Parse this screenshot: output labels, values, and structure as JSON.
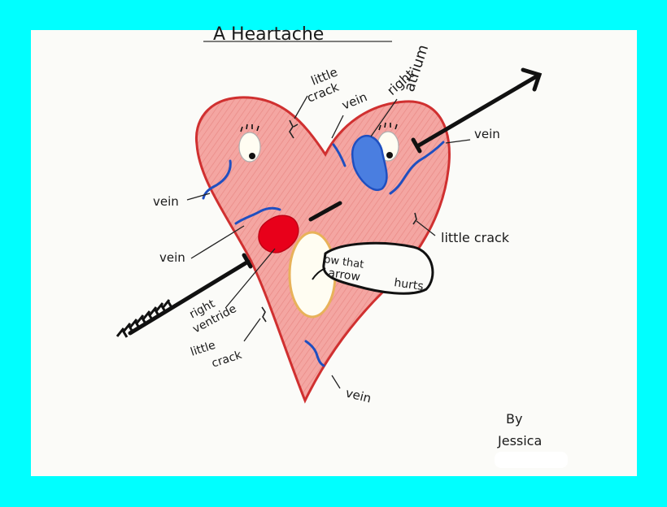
{
  "drawing": {
    "title": "A Heartache",
    "labels": {
      "little_crack_top": [
        "little",
        "crack"
      ],
      "vein_top": "vein",
      "right_atrium": [
        "right",
        "atrium"
      ],
      "vein_right": "vein",
      "vein_left": "vein",
      "little_crack_right": "little crack",
      "vein_left_lower": "vein",
      "speech_bubble": [
        "ow that",
        "arrow",
        "hurts"
      ],
      "right_ventricle": [
        "right",
        "ventride"
      ],
      "little_crack_bottom": [
        "little",
        "crack"
      ],
      "vein_bottom": "vein",
      "signature": [
        "By",
        "Jessica"
      ]
    },
    "colors": {
      "background": "#00ffff",
      "paper": "#fbfbf8",
      "heart_fill": "#f4a6a2",
      "heart_outline": "#d03030",
      "vein_blue": "#1f4fc0",
      "atrium_blue": "#4a7ee0",
      "ventricle_red": "#e8001a",
      "mouth_fill": "#fffdf2",
      "mouth_outline": "#e8b25a",
      "ink": "#111111"
    }
  }
}
